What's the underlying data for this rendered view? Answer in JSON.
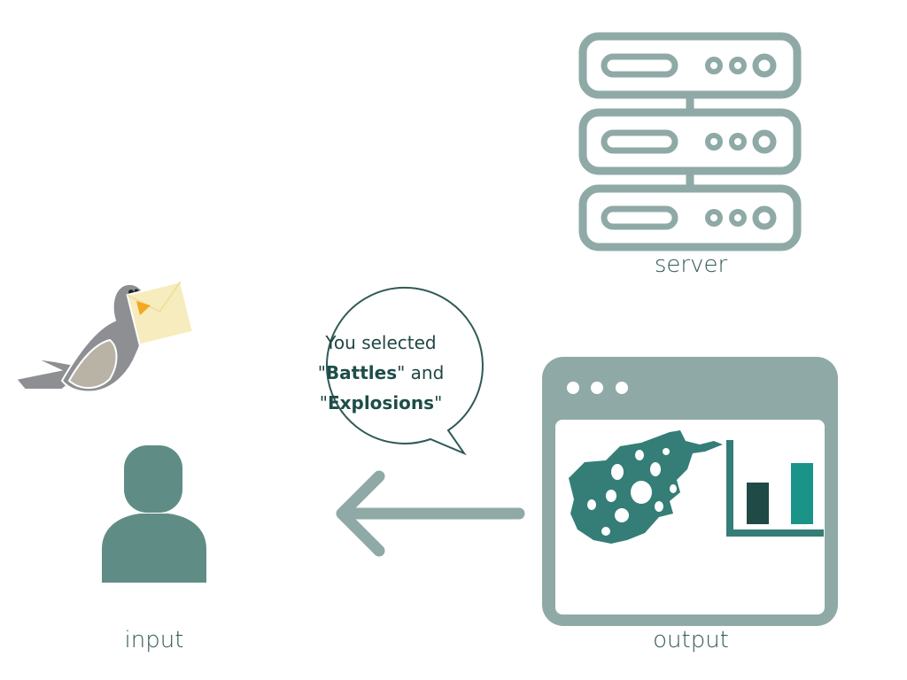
{
  "labels": {
    "server": "server",
    "input": "input",
    "output": "output"
  },
  "bubble": {
    "line1": "You selected",
    "q1": "\"",
    "option_1": "Battles",
    "q2": "\" and",
    "q3": "\"",
    "option_2": "Explosions",
    "q4": "\""
  },
  "colors": {
    "server": "#8faaa6",
    "user": "#5f8d85",
    "arrow": "#8faaa6",
    "window": "#8faaa6",
    "map": "#347e77",
    "bar_dark": "#1f4a46",
    "bar_teal": "#1a9488",
    "bubble_stroke": "#2f5a57",
    "pigeon": "#8d8f92",
    "letter": "#f6ecbd",
    "beak": "#f5a623"
  },
  "icons": [
    "server-icon",
    "pigeon-icon",
    "user-icon",
    "arrow-left-icon",
    "browser-window-icon",
    "map-icon",
    "bar-chart-icon"
  ]
}
